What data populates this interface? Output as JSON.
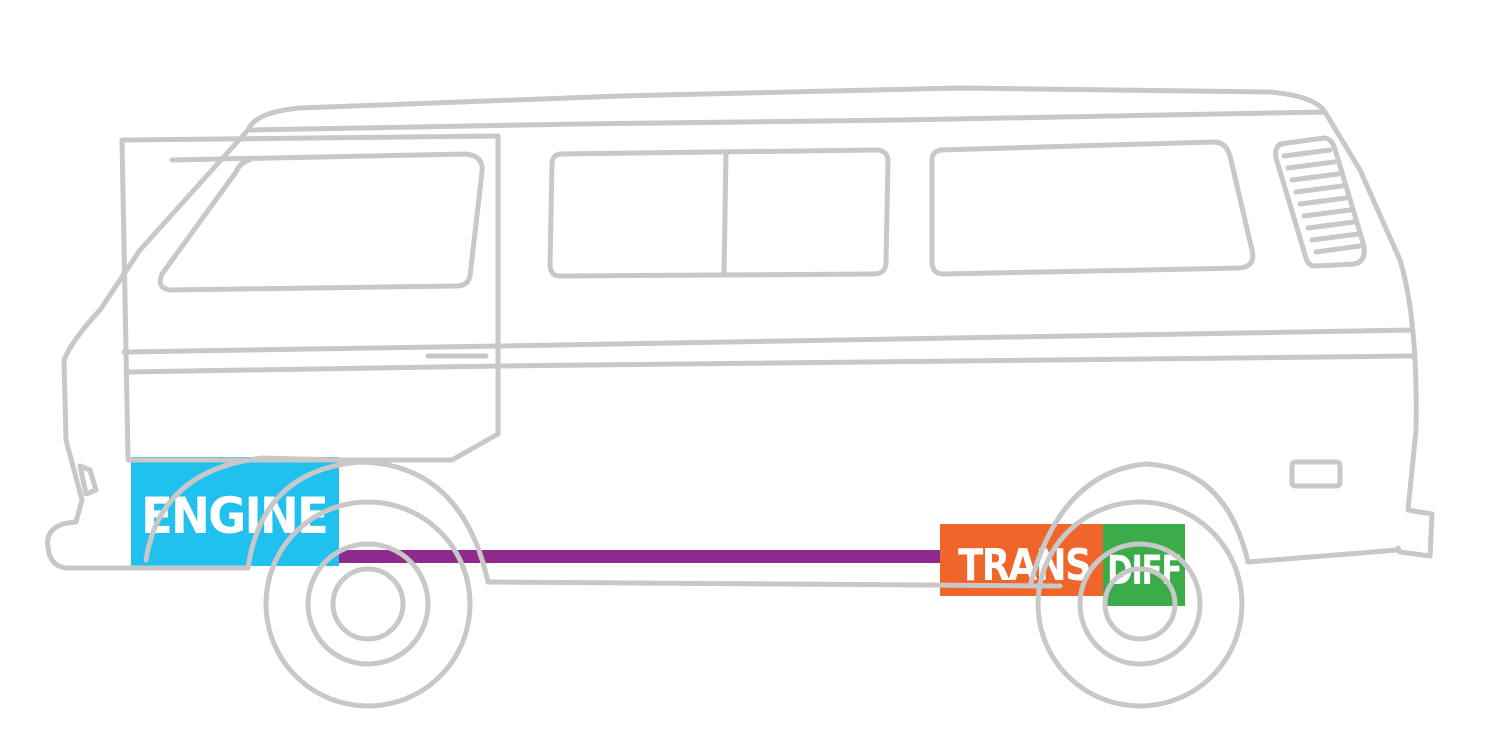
{
  "labels": {
    "engine": "ENGINE",
    "trans": "TRANS",
    "diff": "DIFF"
  },
  "colors": {
    "engine": "#20c0ef",
    "trans": "#ef652a",
    "diff": "#3aac4a",
    "driveshaft": "#8e2a8b",
    "outline": "#c8c8c8",
    "background": "#ffffff"
  }
}
